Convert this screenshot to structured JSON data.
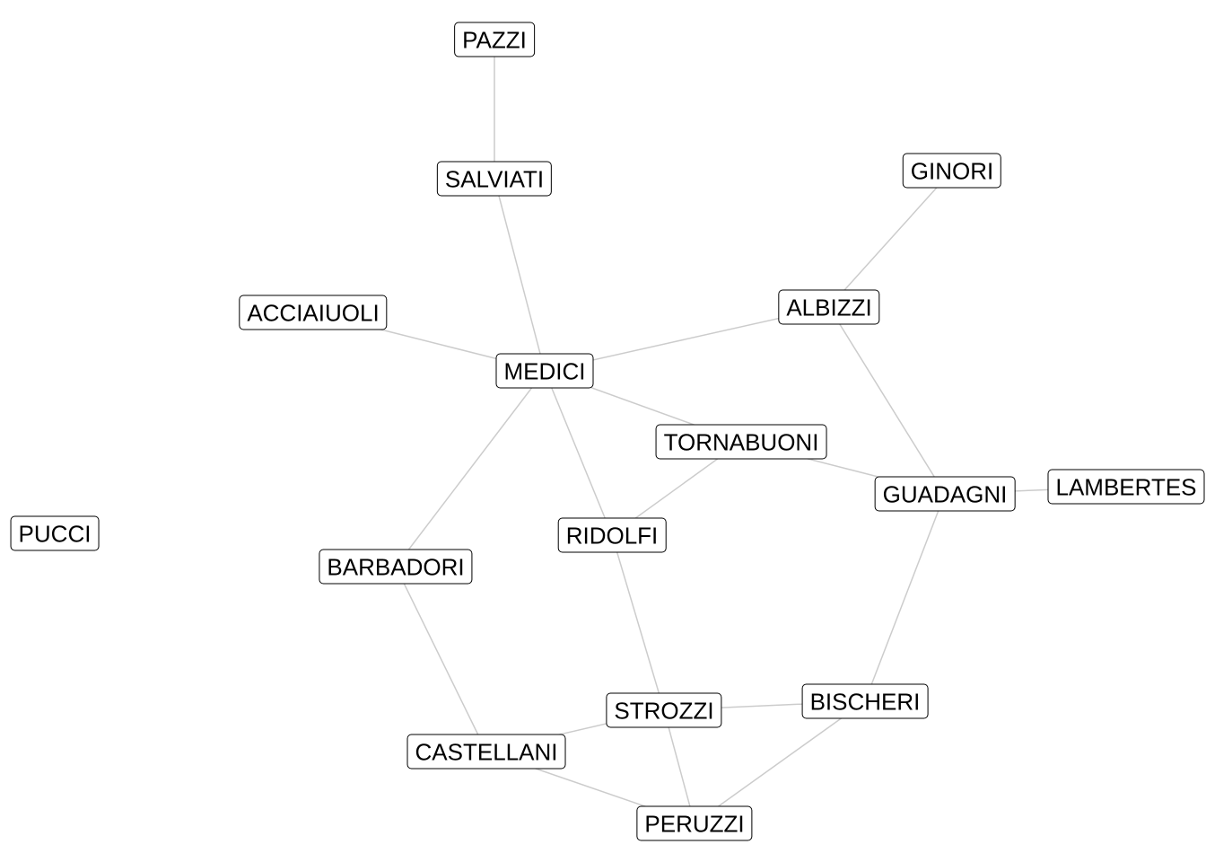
{
  "graph": {
    "nodes": [
      "PAZZI",
      "SALVIATI",
      "GINORI",
      "ACCIAIUOLI",
      "ALBIZZI",
      "MEDICI",
      "TORNABUONI",
      "GUADAGNI",
      "LAMBERTES",
      "PUCCI",
      "RIDOLFI",
      "BARBADORI",
      "STROZZI",
      "BISCHERI",
      "CASTELLANI",
      "PERUZZI"
    ],
    "edges": [
      [
        "ACCIAIUOLI",
        "MEDICI"
      ],
      [
        "ALBIZZI",
        "GINORI"
      ],
      [
        "ALBIZZI",
        "GUADAGNI"
      ],
      [
        "ALBIZZI",
        "MEDICI"
      ],
      [
        "BARBADORI",
        "CASTELLANI"
      ],
      [
        "BARBADORI",
        "MEDICI"
      ],
      [
        "BISCHERI",
        "GUADAGNI"
      ],
      [
        "BISCHERI",
        "PERUZZI"
      ],
      [
        "BISCHERI",
        "STROZZI"
      ],
      [
        "CASTELLANI",
        "PERUZZI"
      ],
      [
        "CASTELLANI",
        "STROZZI"
      ],
      [
        "GUADAGNI",
        "LAMBERTES"
      ],
      [
        "GUADAGNI",
        "TORNABUONI"
      ],
      [
        "MEDICI",
        "RIDOLFI"
      ],
      [
        "MEDICI",
        "SALVIATI"
      ],
      [
        "MEDICI",
        "TORNABUONI"
      ],
      [
        "PAZZI",
        "SALVIATI"
      ],
      [
        "PERUZZI",
        "STROZZI"
      ],
      [
        "RIDOLFI",
        "STROZZI"
      ],
      [
        "RIDOLFI",
        "TORNABUONI"
      ]
    ],
    "edge_color": "#cccccc"
  }
}
